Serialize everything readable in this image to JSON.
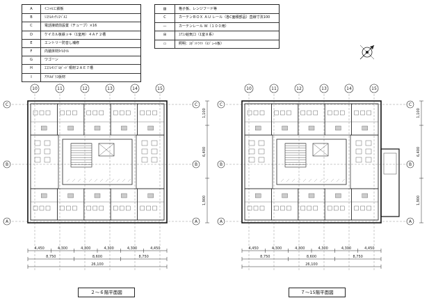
{
  "legend_left": {
    "rows": [
      {
        "key": "A",
        "text": "ｲﾆｼｬﾙｺﾆ鉄板"
      },
      {
        "key": "B",
        "text": "ｼｽﾃﾑｷｯﾁﾝｴﾍﾞﾙｴ"
      },
      {
        "key": "C",
        "text": "電話接続前設置（チューブ）×16"
      },
      {
        "key": "D",
        "text": "ケイカル板鉄ッキ（1室用）４ＡＦ２槽"
      },
      {
        "key": "E",
        "text": "エントリー防音し補修"
      },
      {
        "key": "F",
        "text": "内装床材ﾀｲﾙﾀｲﾙ"
      },
      {
        "key": "G",
        "text": "ワゴーン"
      },
      {
        "key": "H",
        "text": "ｴｺﾌﾚｷｼﾌﾞﾙﾎﾞｰﾄﾞ桐材２ＡＥ７槽"
      },
      {
        "key": "I",
        "text": "ｱｸﾘﾙｶﾞﾗｽ仮材"
      }
    ]
  },
  "legend_right": {
    "rows": [
      {
        "key": "▨",
        "text": "格子板、レンジフード等"
      },
      {
        "key": "C",
        "text": "カーテンＢＯＸ ＡＵ レール（各C面積部品）直線寸法100"
      },
      {
        "key": "—",
        "text": "カーテンレール Ｗ（１００用）"
      },
      {
        "key": "⊞",
        "text": "ｴｱｺﾝ給気口（1室８系）"
      },
      {
        "key": "▭",
        "text": "照明：ｽﾎﾟｯﾄﾗｲﾄ（ﾓｼﾞｭｰﾙ板）"
      }
    ]
  },
  "plan_left": {
    "caption": "２～６階平面図",
    "grid_top": [
      "10",
      "11",
      "12",
      "13",
      "14",
      "15"
    ],
    "grid_side": [
      "C",
      "B",
      "A"
    ],
    "dims_row1": [
      "4,450",
      "4,300",
      "4,300",
      "4,300",
      "4,300",
      "4,450"
    ],
    "dims_row2": [
      "8,750",
      "8,600",
      "8,750"
    ],
    "dims_total": "26,100",
    "dims_side": [
      "1,100",
      "6,400",
      "1,900"
    ]
  },
  "plan_right": {
    "caption": "７～15階平面図",
    "grid_top": [
      "10",
      "11",
      "12",
      "13",
      "14",
      "15"
    ],
    "grid_side": [
      "C",
      "B",
      "A"
    ],
    "dims_row1": [
      "4,450",
      "4,300",
      "4,300",
      "4,300",
      "4,300",
      "4,450"
    ],
    "dims_row2": [
      "8,750",
      "8,600",
      "8,750"
    ],
    "dims_total": "26,100",
    "dims_side": [
      "1,100",
      "6,400",
      "1,900"
    ]
  },
  "north_arrow": "north-arrow"
}
